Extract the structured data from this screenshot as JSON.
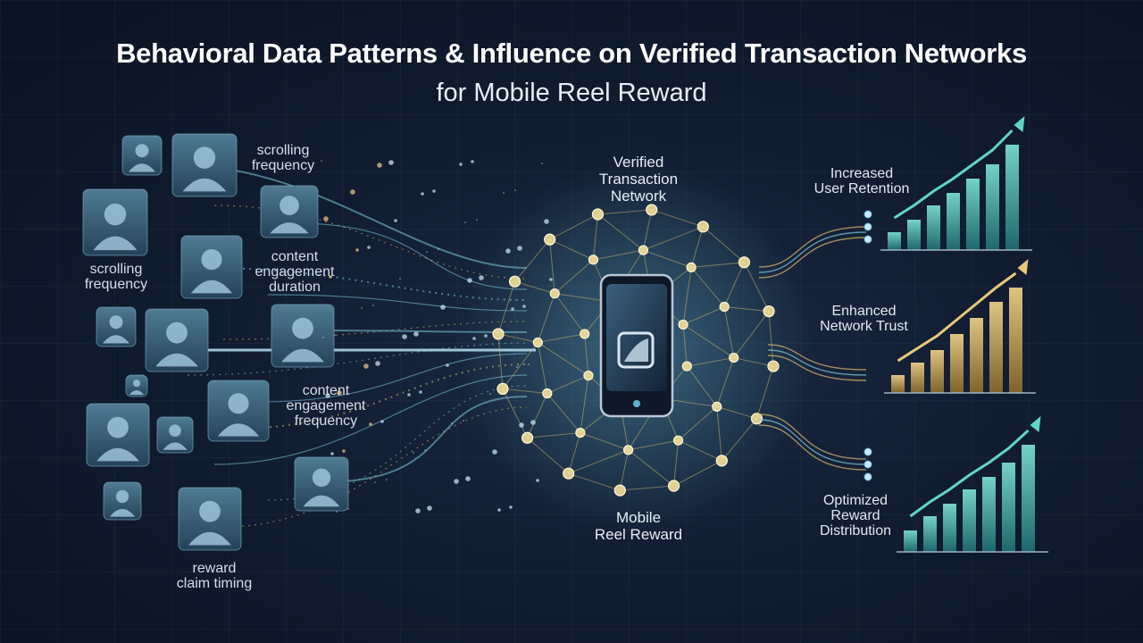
{
  "header": {
    "title": "Behavioral Data Patterns & Influence on Verified Transaction Networks",
    "subtitle": "for Mobile Reel Reward"
  },
  "behavior_labels": [
    {
      "lines": [
        "scrolling",
        "frequency"
      ]
    },
    {
      "lines": [
        "scrolling",
        "frequency"
      ]
    },
    {
      "lines": [
        "content",
        "engagement",
        "duration"
      ]
    },
    {
      "lines": [
        "content",
        "engagement",
        "frequency"
      ]
    },
    {
      "lines": [
        "reward",
        "claim timing"
      ]
    }
  ],
  "network": {
    "top_label": [
      "Verified",
      "Transaction",
      "Network"
    ],
    "bottom_label": [
      "Mobile",
      "Reel Reward"
    ]
  },
  "outcomes": [
    {
      "lines": [
        "Increased",
        "User Retention"
      ],
      "color": "#5fd6c8"
    },
    {
      "lines": [
        "Enhanced",
        "Network Trust"
      ],
      "color": "#e8c87a"
    },
    {
      "lines": [
        "Optimized",
        "Reward",
        "Distribution"
      ],
      "color": "#5fd6c8"
    }
  ],
  "colors": {
    "teal": "#5fd6c8",
    "gold": "#e8c87a",
    "node": "#f3df9a",
    "avatar": "#9cc3d8"
  }
}
